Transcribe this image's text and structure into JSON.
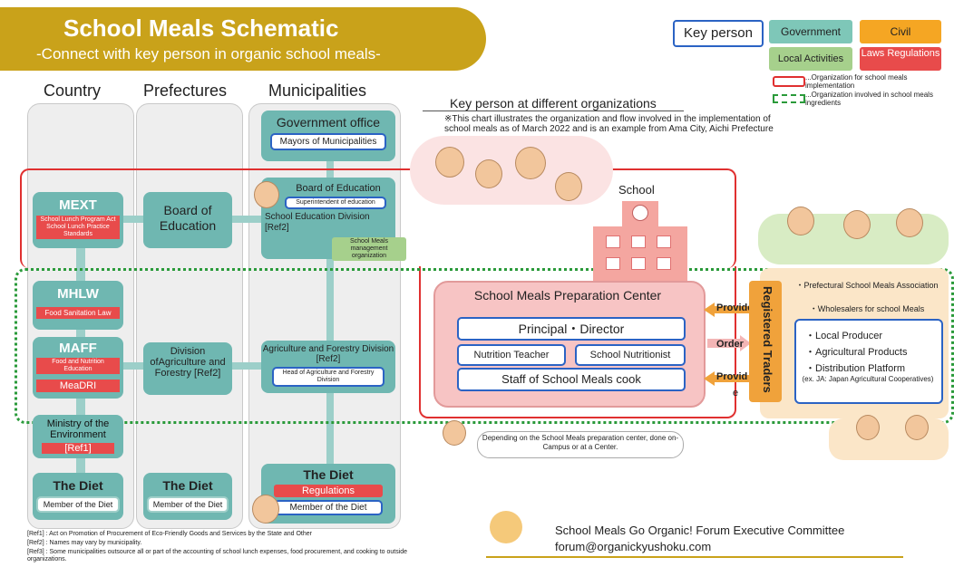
{
  "title": {
    "main": "School Meals Schematic",
    "sub": "-Connect with key person in organic school meals-"
  },
  "legend": {
    "key_person": "Key person",
    "government": "Government",
    "civil": "Civil",
    "local_activities": "Local Activities",
    "laws_regulations": "Laws Regulations",
    "org_impl": "...Organization for school meals implementation",
    "org_ingredients": "...Organization involved in school meals ingredients",
    "colors": {
      "government": "#7ec7b8",
      "civil": "#f5a623",
      "local": "#a6d08c",
      "laws": "#e84b4b",
      "key": "#2b63c4"
    }
  },
  "key_person_heading": "Key person at different organizations",
  "note": "※This chart illustrates the organization and flow involved in the implementation of school meals as of March 2022 and is an example from Ama City, Aichi Prefecture",
  "columns": {
    "country": "Country",
    "prefectures": "Prefectures",
    "municipalities": "Municipalities"
  },
  "country": {
    "mext": "MEXT",
    "mext_laws": "School Lunch Program Act School Lunch Practice Standards",
    "mhlw": "MHLW",
    "mhlw_law": "Food Sanitation Law",
    "maff": "MAFF",
    "maff_law": "Food and Nutrition Education",
    "meadri": "MeaDRI",
    "env": "Ministry of the Environment",
    "env_ref": "[Ref1]",
    "diet": "The Diet",
    "diet_member": "Member of the Diet"
  },
  "prefectures": {
    "board": "Board of Education",
    "division": "Division ofAgriculture and Forestry [Ref2]",
    "diet": "The Diet",
    "diet_member": "Member of the Diet"
  },
  "municipalities": {
    "gov_office": "Government office",
    "mayors": "Mayors of Municipalities",
    "board": "Board of Education",
    "superintendent": "Superintendent of education",
    "school_ed_div": "School Education Division [Ref2]",
    "school_meals_mgmt": "School Meals management organization",
    "agri_div": "Agriculture and Forestry Division [Ref2]",
    "head_agri": "Head of Agriculture and Forestry Division",
    "diet": "The Diet",
    "regulations": "Regulations",
    "diet_member": "Member of the Diet"
  },
  "school": {
    "label": "School",
    "center_title": "School Meals Preparation Center",
    "principal": "Principal・Director",
    "nutrition_teacher": "Nutrition Teacher",
    "school_nutritionist": "School Nutritionist",
    "staff": "Staff of School Meals cook",
    "provide1": "Provide",
    "order": "Order",
    "provide2": "Provid",
    "e_char": "e",
    "depending": "Depending on the School Meals preparation center, done on-Campus or at a Center."
  },
  "traders": {
    "label": "Registered Traders",
    "assoc": "・Prefectural School Meals Association",
    "wholesalers": "・Wholesalers for school Meals",
    "local_producer": "・Local Producer",
    "agri_products": "・Agricultural Products",
    "distribution": "・Distribution Platform",
    "ja": "(ex. JA: Japan Agricultural Cooperatives)"
  },
  "footnotes": {
    "ref1": "[Ref1] : Act on Promotion of Procurement of Eco-Friendly Goods and Services by the State and Other",
    "ref2": "[Ref2] : Names may vary by municipality.",
    "ref3": "[Ref3] : Some municipalities outsource all or part of the accounting of school lunch expenses, food procurement, and cooking to outside organizations."
  },
  "forum": {
    "name": "School Meals Go Organic! Forum Executive Committee",
    "email": "forum@organickyushoku.com"
  }
}
